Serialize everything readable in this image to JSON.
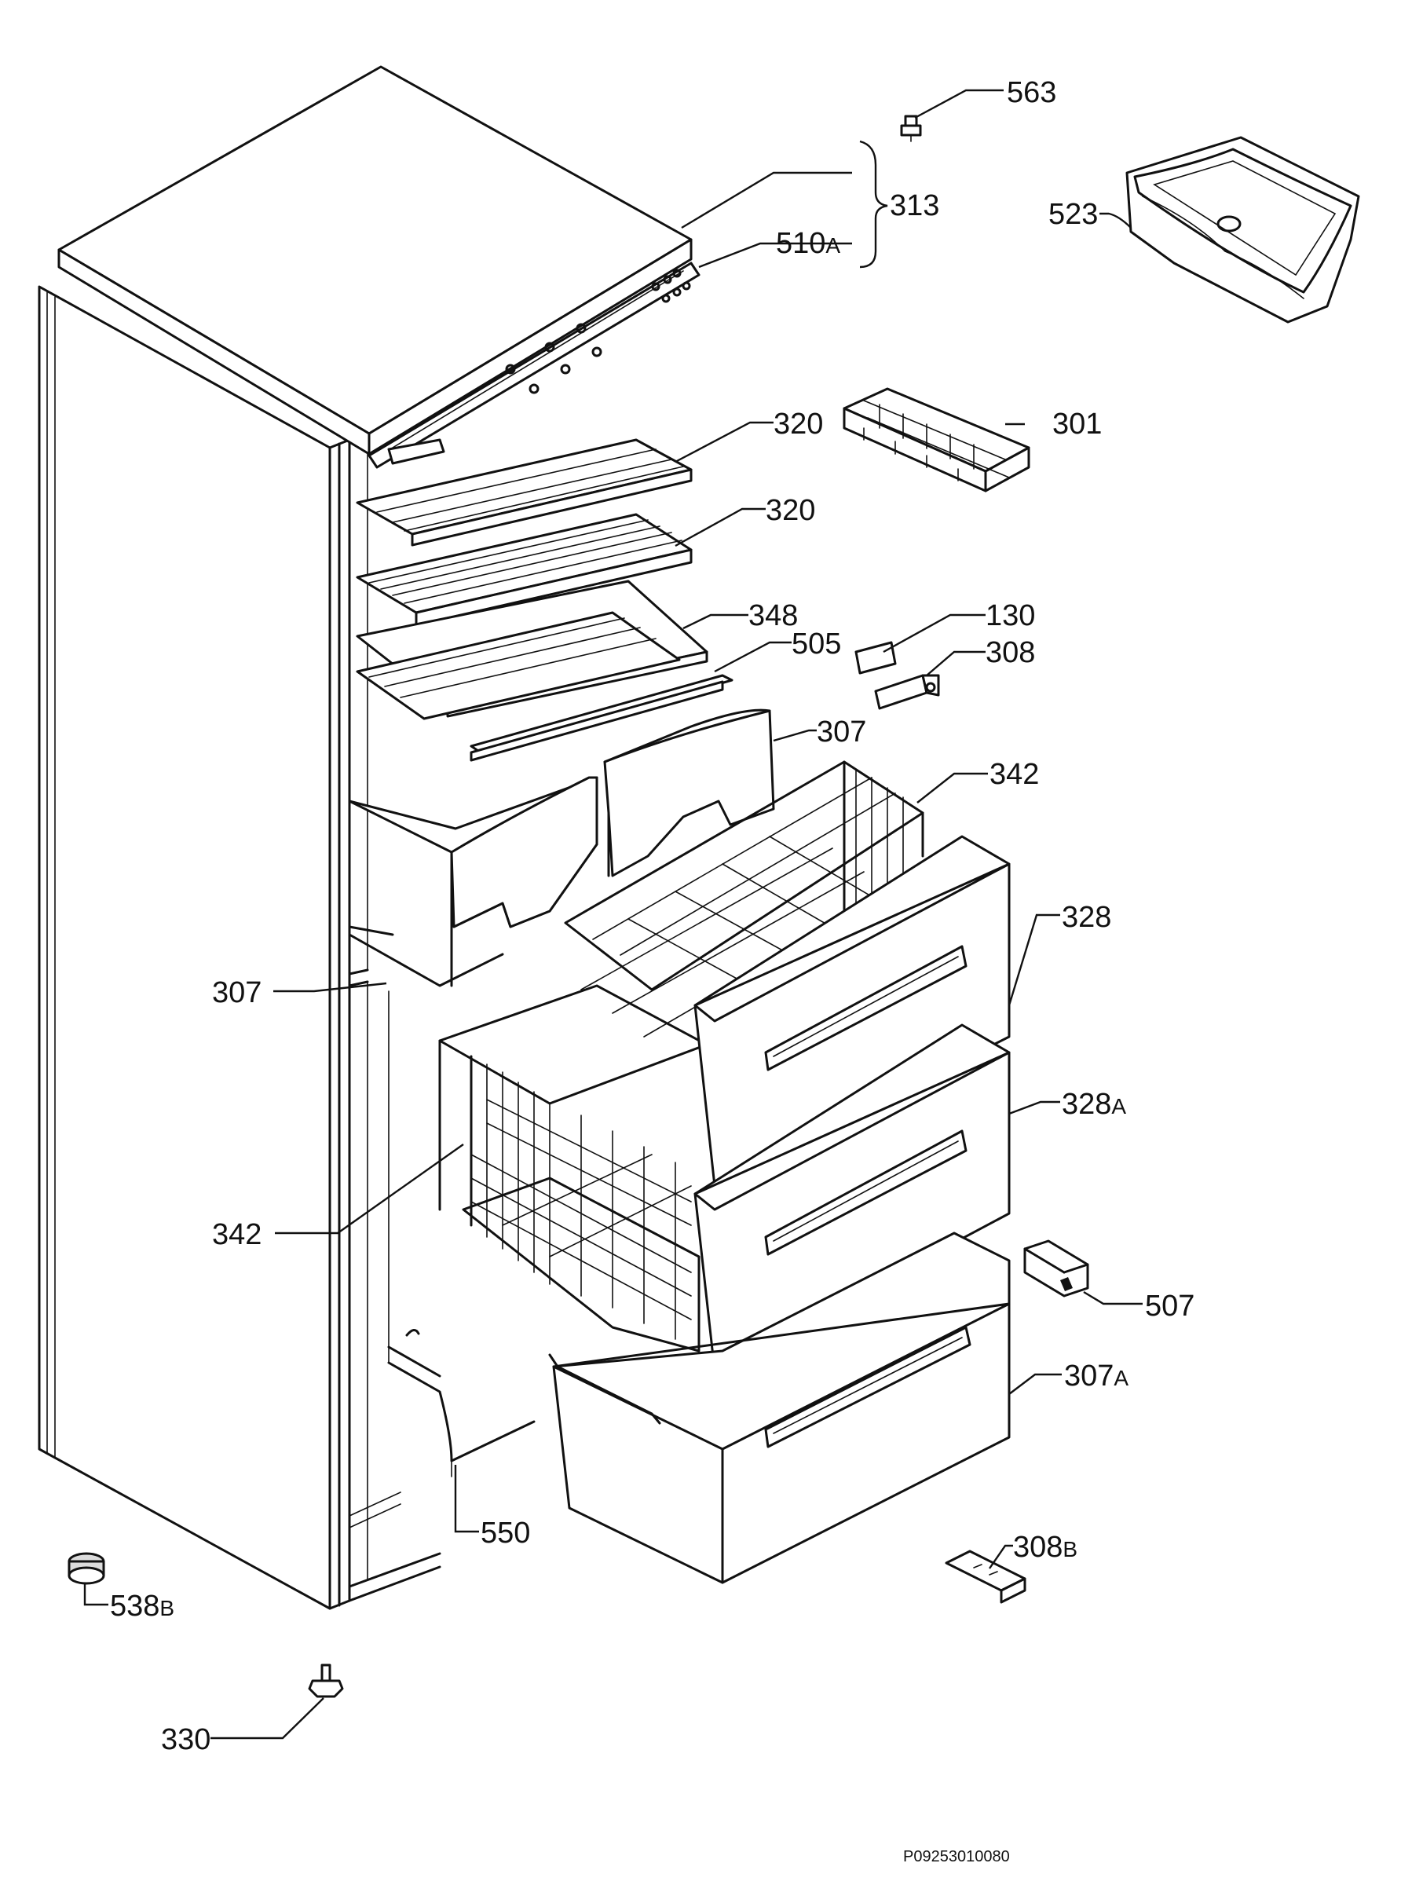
{
  "labels": [
    {
      "id": "563",
      "text": "563",
      "suffix": ""
    },
    {
      "id": "313",
      "text": "313",
      "suffix": ""
    },
    {
      "id": "510A",
      "text": "510",
      "suffix": "A"
    },
    {
      "id": "523",
      "text": "523",
      "suffix": ""
    },
    {
      "id": "320a",
      "text": "320",
      "suffix": ""
    },
    {
      "id": "301",
      "text": "301",
      "suffix": ""
    },
    {
      "id": "320b",
      "text": "320",
      "suffix": ""
    },
    {
      "id": "348",
      "text": "348",
      "suffix": ""
    },
    {
      "id": "130",
      "text": "130",
      "suffix": ""
    },
    {
      "id": "505",
      "text": "505",
      "suffix": ""
    },
    {
      "id": "308",
      "text": "308",
      "suffix": ""
    },
    {
      "id": "307a",
      "text": "307",
      "suffix": ""
    },
    {
      "id": "342a",
      "text": "342",
      "suffix": ""
    },
    {
      "id": "328",
      "text": "328",
      "suffix": ""
    },
    {
      "id": "307b",
      "text": "307",
      "suffix": ""
    },
    {
      "id": "328A",
      "text": "328",
      "suffix": "A"
    },
    {
      "id": "342b",
      "text": "342",
      "suffix": ""
    },
    {
      "id": "507",
      "text": "507",
      "suffix": ""
    },
    {
      "id": "307A",
      "text": "307",
      "suffix": "A"
    },
    {
      "id": "550",
      "text": "550",
      "suffix": ""
    },
    {
      "id": "308B",
      "text": "308",
      "suffix": "B"
    },
    {
      "id": "538B",
      "text": "538",
      "suffix": "B"
    },
    {
      "id": "330",
      "text": "330",
      "suffix": ""
    }
  ],
  "drawing_reference": "P09253010080"
}
